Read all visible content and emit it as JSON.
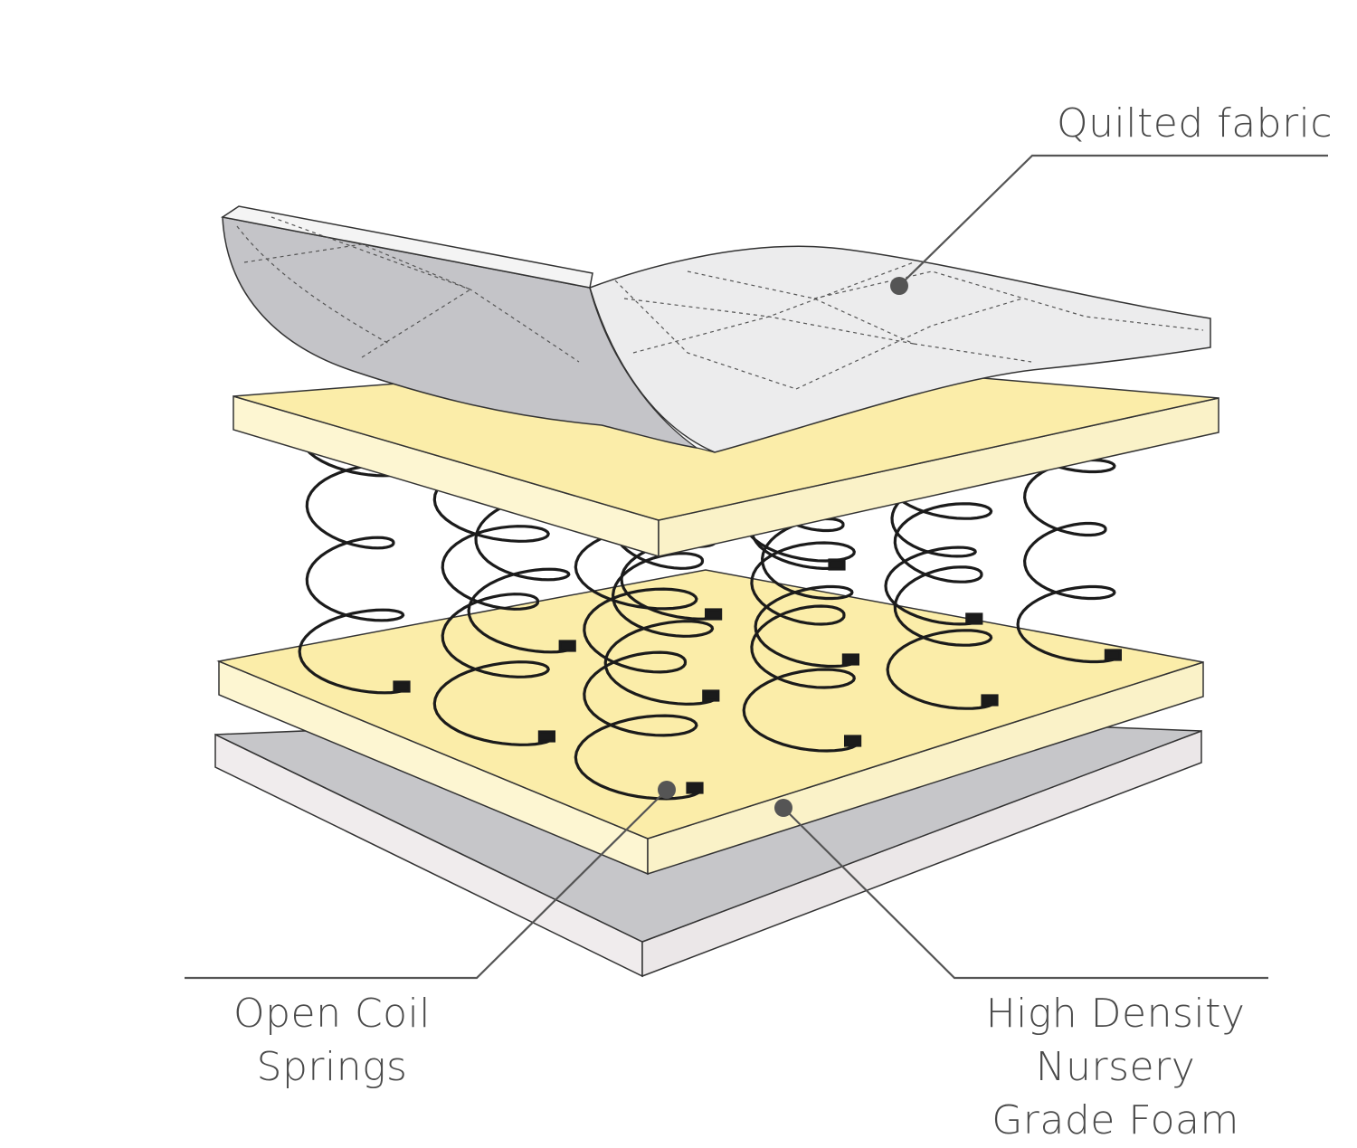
{
  "labels": {
    "quilted_fabric": "Quilted fabric",
    "open_coil": [
      "Open Coil",
      "Springs"
    ],
    "foam": [
      "High Density",
      "Nursery",
      "Grade Foam"
    ]
  },
  "colors": {
    "foam_top": "#fbeda9",
    "foam_side": "#fdf6d2",
    "fabric_top": "#ececed",
    "fabric_side": "#c4c4c8",
    "base_top": "#c6c6c9",
    "base_side": "#f0eced",
    "spring": "#1b1b1b",
    "leader": "#555555"
  }
}
